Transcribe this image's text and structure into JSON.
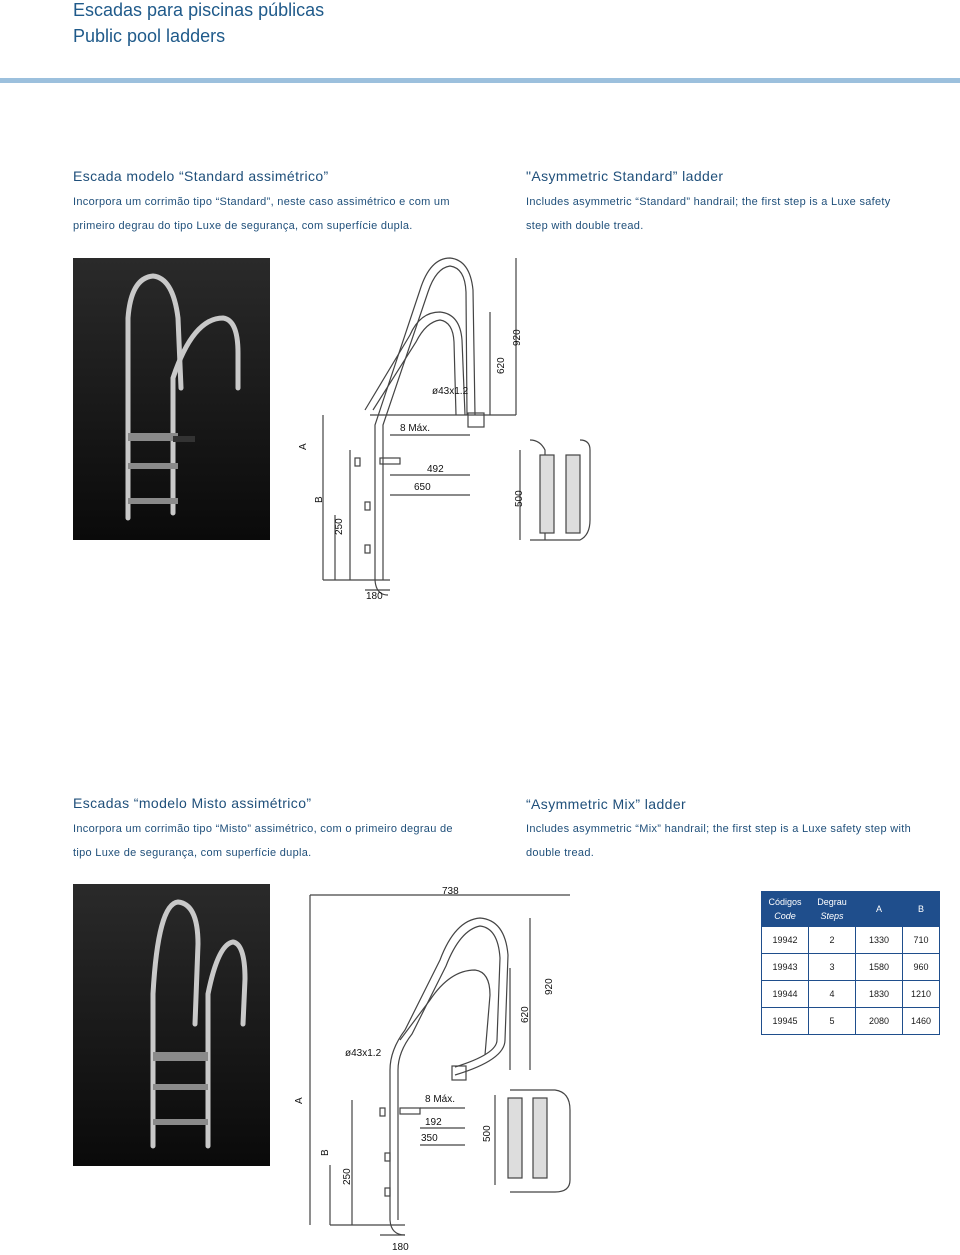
{
  "header": {
    "title_pt": "Escadas para piscinas públicas",
    "title_en": "Public pool ladders"
  },
  "section1": {
    "heading_pt": "Escada modelo “Standard assimétrico”",
    "desc_pt_line1": "Incorpora um corrimão tipo “Standard”, neste caso assimétrico e com um",
    "desc_pt_line2": "primeiro degrau do tipo Luxe de segurança, com superfície dupla.",
    "heading_en": "\"Asymmetric Standard” ladder",
    "desc_en_line1": "Includes asymmetric “Standard” handrail; the first step is a Luxe safety",
    "desc_en_line2": "step with double tread.",
    "dims": {
      "d920": "920",
      "d620": "620",
      "dtube": "ø43x1.2",
      "d8max": "8 Máx.",
      "dA": "A",
      "d492": "492",
      "d650": "650",
      "d500": "500",
      "dB": "B",
      "d250": "250",
      "d180": "180"
    }
  },
  "section2": {
    "heading_pt": "Escadas “modelo Misto assimétrico”",
    "desc_pt_line1": "Incorpora um corrimão tipo “Misto” assimétrico, com o primeiro degrau de",
    "desc_pt_line2": "tipo Luxe de segurança, com superfície dupla.",
    "heading_en": "“Asymmetric Mix” ladder",
    "desc_en_line1": "Includes asymmetric “Mix” handrail; the first step is a Luxe safety step with",
    "desc_en_line2": "double tread.",
    "dims": {
      "d738": "738",
      "d920": "920",
      "d620": "620",
      "dtube": "ø43x1.2",
      "dA": "A",
      "d8max": "8 Máx.",
      "d192": "192",
      "d350": "350",
      "d500": "500",
      "dB": "B",
      "d250": "250",
      "d180": "180"
    }
  },
  "table": {
    "headers": {
      "code_pt": "Códigos",
      "code_en": "Code",
      "steps_pt": "Degrau",
      "steps_en": "Steps",
      "a": "A",
      "b": "B"
    },
    "rows": [
      {
        "code": "19942",
        "steps": "2",
        "a": "1330",
        "b": "710"
      },
      {
        "code": "19943",
        "steps": "3",
        "a": "1580",
        "b": "960"
      },
      {
        "code": "19944",
        "steps": "4",
        "a": "1830",
        "b": "1210"
      },
      {
        "code": "19945",
        "steps": "5",
        "a": "2080",
        "b": "1460"
      }
    ]
  },
  "colors": {
    "heading_blue": "#1f5a8a",
    "rule_blue": "#9cc0dd",
    "table_header": "#1f4e8c"
  }
}
